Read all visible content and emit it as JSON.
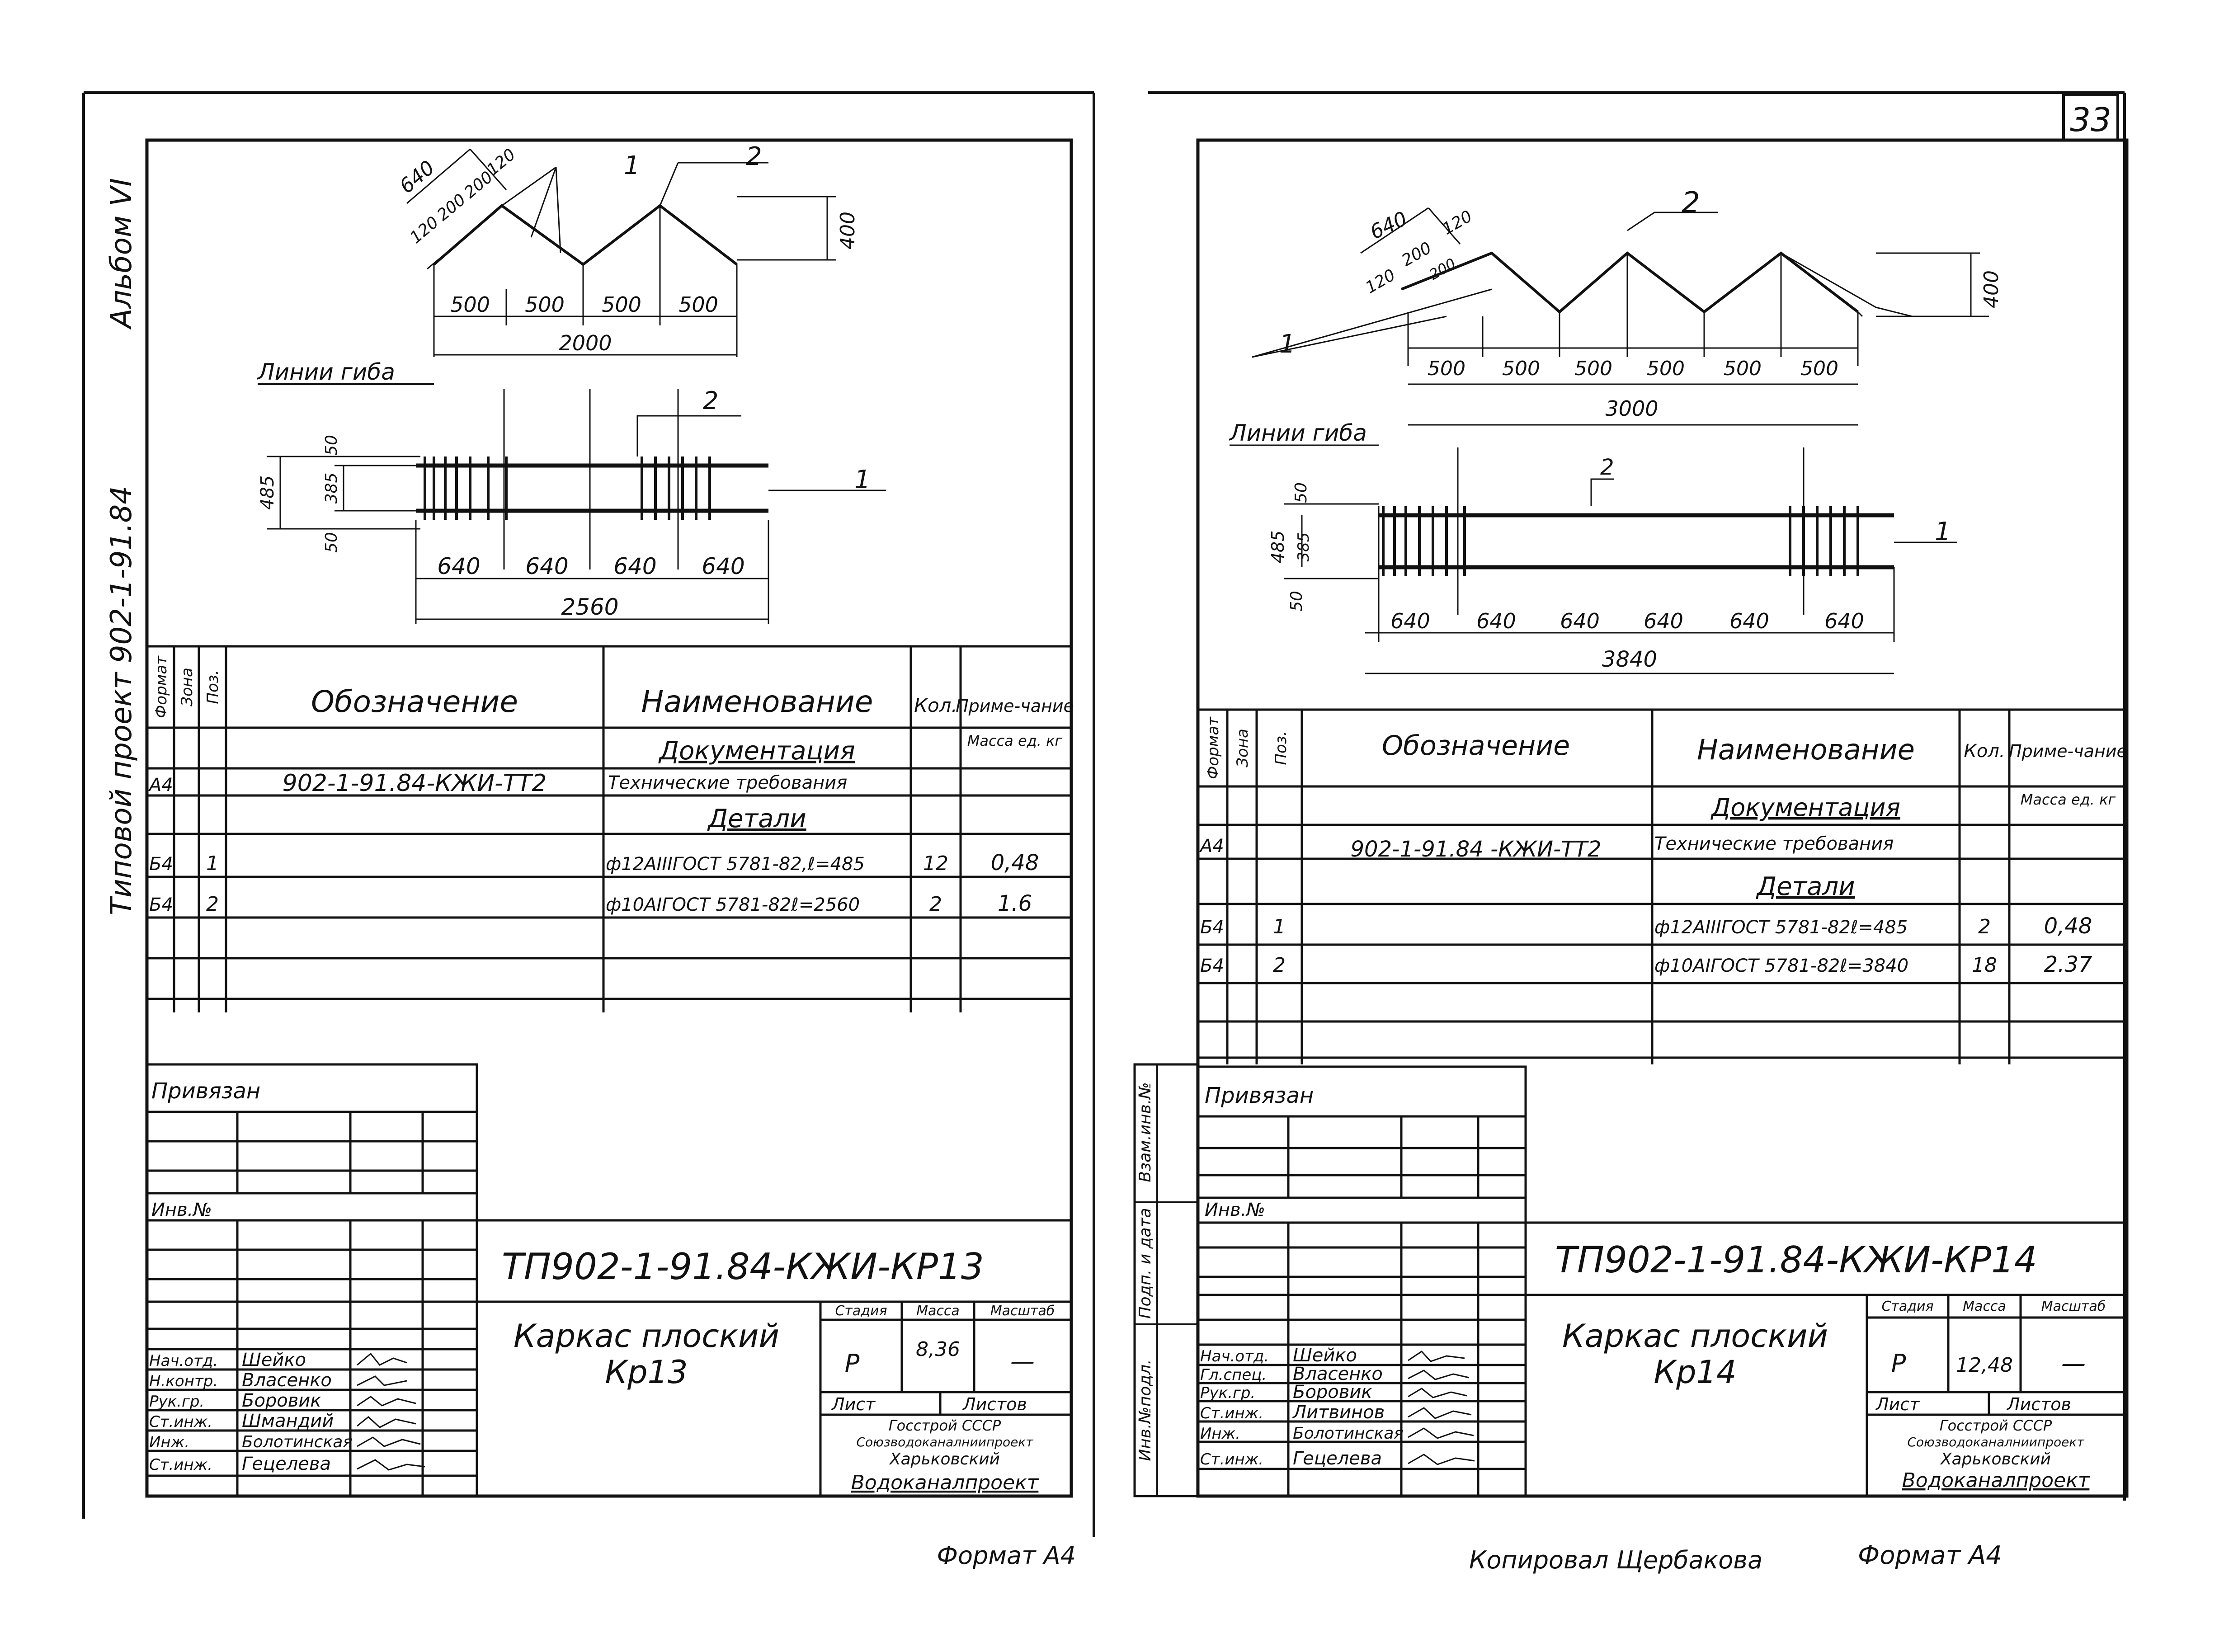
{
  "page_number": "33",
  "side_labels": {
    "album": "Альбом VI",
    "project": "Типовой проект 902-1-91.84",
    "stamp_cols": [
      "Взам.инв.№",
      "Подп. и дата",
      "Инв.№подл."
    ]
  },
  "footer": {
    "left_format": "Формат А4",
    "copied_by": "Копировал Щербакова",
    "right_format": "Формат А4"
  },
  "sheets": [
    {
      "id": "kr13",
      "drawing": {
        "mark_1": "1",
        "mark_2": "2",
        "elev_dims": [
          "640",
          "120",
          "200",
          "200",
          "120"
        ],
        "height_dim": "400",
        "top_segments": [
          "500",
          "500",
          "500",
          "500"
        ],
        "top_total": "2000",
        "bend_label": "Линии гиба",
        "plan_left_dims": [
          "485",
          "50",
          "385",
          "50"
        ],
        "plan_segments": [
          "640",
          "640",
          "640",
          "640"
        ],
        "plan_total": "2560"
      },
      "table": {
        "headers": [
          "Формат",
          "Зона",
          "Поз.",
          "Обозначение",
          "Наименование",
          "Кол.",
          "Приме-чание"
        ],
        "section_doc": "Документация",
        "mass_note": "Масса ед. кг",
        "doc_row": {
          "format": "А4",
          "designation": "902-1-91.84-КЖИ-ТТ2",
          "name": "Технические требования"
        },
        "section_parts": "Детали",
        "rows": [
          {
            "format": "Б4",
            "pos": "1",
            "name": "ф12АIIIГОСТ 5781-82,ℓ=485",
            "qty": "12",
            "note": "0,48"
          },
          {
            "format": "Б4",
            "pos": "2",
            "name": "ф10АIГОСТ 5781-82ℓ=2560",
            "qty": "2",
            "note": "1.6"
          }
        ]
      },
      "title_block": {
        "attached": "Привязан",
        "inv_no": "Инв.№",
        "doc_code": "ТП902-1-91.84-КЖИ-КР13",
        "title_line1": "Каркас плоский",
        "title_line2": "Кр13",
        "col_stage": "Стадия",
        "col_mass": "Масса",
        "col_scale": "Масштаб",
        "stage": "Р",
        "mass": "8,36",
        "scale": "—",
        "sheet_label": "Лист",
        "sheets_label": "Листов",
        "org_lines": [
          "Госстрой СССР",
          "Союзводоканалниипроект",
          "Харьковский",
          "Водоканалпроект"
        ],
        "signers": [
          {
            "role": "Нач.отд.",
            "name": "Шейко"
          },
          {
            "role": "Н.контр.",
            "name": "Власенко"
          },
          {
            "role": "Рук.гр.",
            "name": "Боровик"
          },
          {
            "role": "Ст.инж.",
            "name": "Шмандий"
          },
          {
            "role": "Инж.",
            "name": "Болотинская"
          },
          {
            "role": "Ст.инж.",
            "name": "Гецелева"
          }
        ]
      }
    },
    {
      "id": "kr14",
      "drawing": {
        "mark_1": "1",
        "mark_2": "2",
        "elev_dims": [
          "640",
          "120",
          "200",
          "200",
          "120"
        ],
        "height_dim": "400",
        "top_segments": [
          "500",
          "500",
          "500",
          "500",
          "500",
          "500"
        ],
        "top_total": "3000",
        "bend_label": "Линии гиба",
        "plan_left_dims": [
          "50",
          "485",
          "385",
          "50"
        ],
        "plan_segments": [
          "640",
          "640",
          "640",
          "640",
          "640",
          "640"
        ],
        "plan_total": "3840"
      },
      "table": {
        "headers": [
          "Формат",
          "Зона",
          "Поз.",
          "Обозначение",
          "Наименование",
          "Кол.",
          "Приме-чание"
        ],
        "section_doc": "Документация",
        "mass_note": "Масса ед. кг",
        "doc_row": {
          "format": "А4",
          "designation": "902-1-91.84 -КЖИ-ТТ2",
          "name": "Технические требования"
        },
        "section_parts": "Детали",
        "rows": [
          {
            "format": "Б4",
            "pos": "1",
            "name": "ф12АIIIГОСТ 5781-82ℓ=485",
            "qty": "2",
            "note": "0,48"
          },
          {
            "format": "Б4",
            "pos": "2",
            "name": "ф10АIГОСТ 5781-82ℓ=3840",
            "qty": "18",
            "note": "2.37"
          }
        ]
      },
      "title_block": {
        "attached": "Привязан",
        "inv_no": "Инв.№",
        "doc_code": "ТП902-1-91.84-КЖИ-КР14",
        "title_line1": "Каркас плоский",
        "title_line2": "Кр14",
        "col_stage": "Стадия",
        "col_mass": "Масса",
        "col_scale": "Масштаб",
        "stage": "Р",
        "mass": "12,48",
        "scale": "—",
        "sheet_label": "Лист",
        "sheets_label": "Листов",
        "org_lines": [
          "Госстрой СССР",
          "Союзводоканалниипроект",
          "Харьковский",
          "Водоканалпроект"
        ],
        "signers": [
          {
            "role": "Нач.отд.",
            "name": "Шейко"
          },
          {
            "role": "Гл.спец.",
            "name": "Власенко"
          },
          {
            "role": "Рук.гр.",
            "name": "Боровик"
          },
          {
            "role": "Ст.инж.",
            "name": "Литвинов"
          },
          {
            "role": "Инж.",
            "name": "Болотинская"
          },
          {
            "role": "Ст.инж.",
            "name": "Гецелева"
          }
        ]
      }
    }
  ]
}
